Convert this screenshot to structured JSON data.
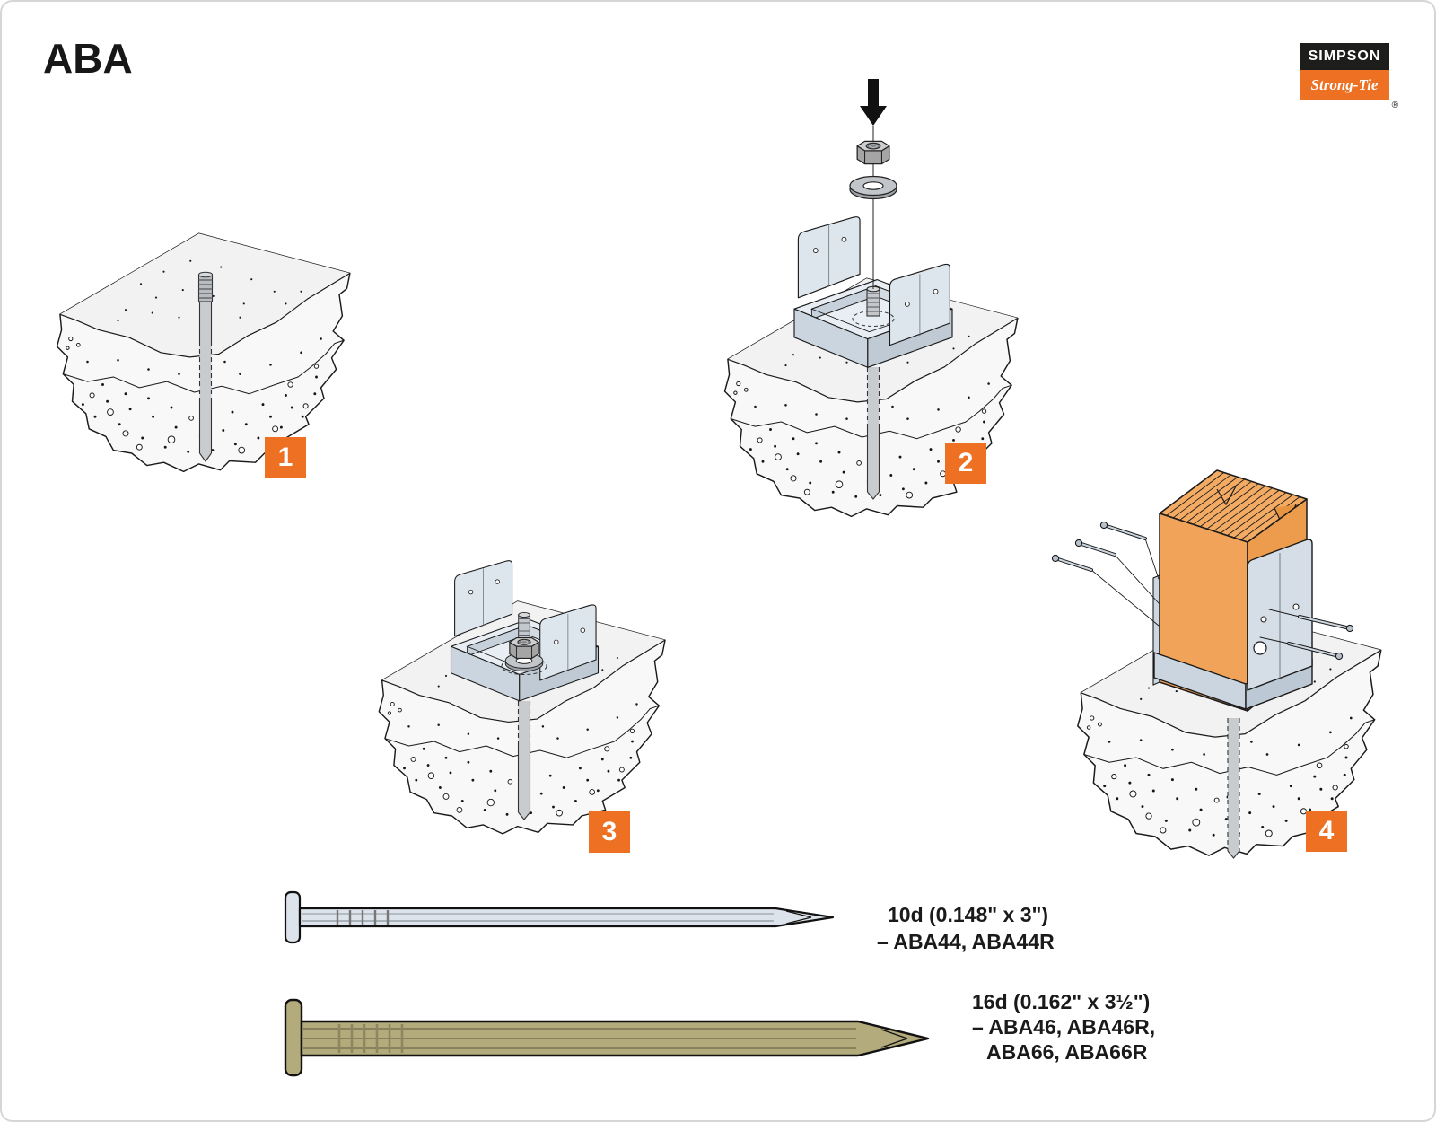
{
  "header": {
    "title": "ABA"
  },
  "logo": {
    "simpson": "SIMPSON",
    "strongtie": "Strong-Tie",
    "registered": "®"
  },
  "colors": {
    "accent_orange": "#ED7023",
    "steel_gray": "#DCE4EC",
    "wood_orange": "#F1A35A",
    "galvanized_nail": "#DCE3EA",
    "sinker_nail": "#B3AB7B"
  },
  "steps": [
    {
      "number": "1"
    },
    {
      "number": "2"
    },
    {
      "number": "3"
    },
    {
      "number": "4"
    }
  ],
  "fasteners": [
    {
      "name": "10d nail",
      "size": "10d (0.148\" x 3\")",
      "models": [
        "–  ABA44, ABA44R"
      ]
    },
    {
      "name": "16d nail",
      "size": "16d (0.162\" x 3½\")",
      "models": [
        "–  ABA46, ABA46R,",
        "ABA66, ABA66R"
      ]
    }
  ]
}
